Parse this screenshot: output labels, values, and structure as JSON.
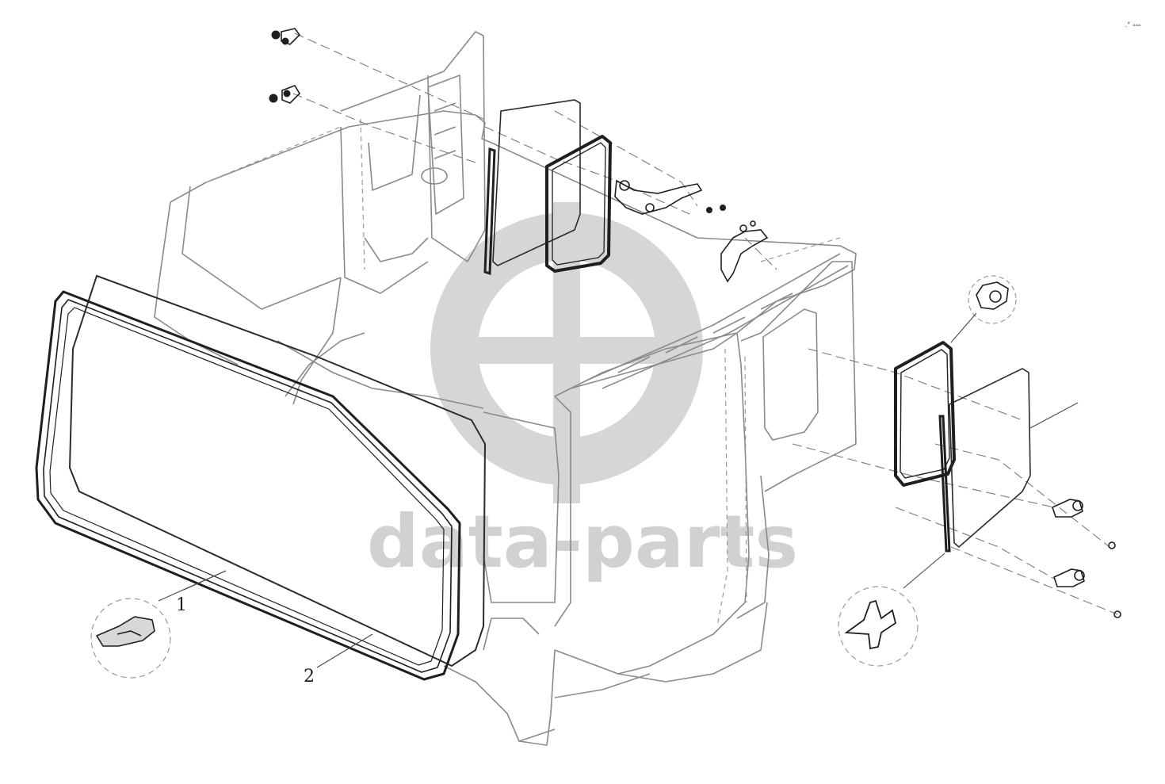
{
  "diagram": {
    "callouts": [
      {
        "id": "callout-1",
        "label": "1"
      },
      {
        "id": "callout-2",
        "label": "2"
      }
    ],
    "watermark": {
      "text": "data-parts",
      "color": "#c9c9c9"
    },
    "colors": {
      "line": "#2b2b2b",
      "light": "#9a9a9a",
      "dash": "#7a7a7a"
    },
    "corner_mark": "̵˚ ᵃᵃᵃ"
  }
}
